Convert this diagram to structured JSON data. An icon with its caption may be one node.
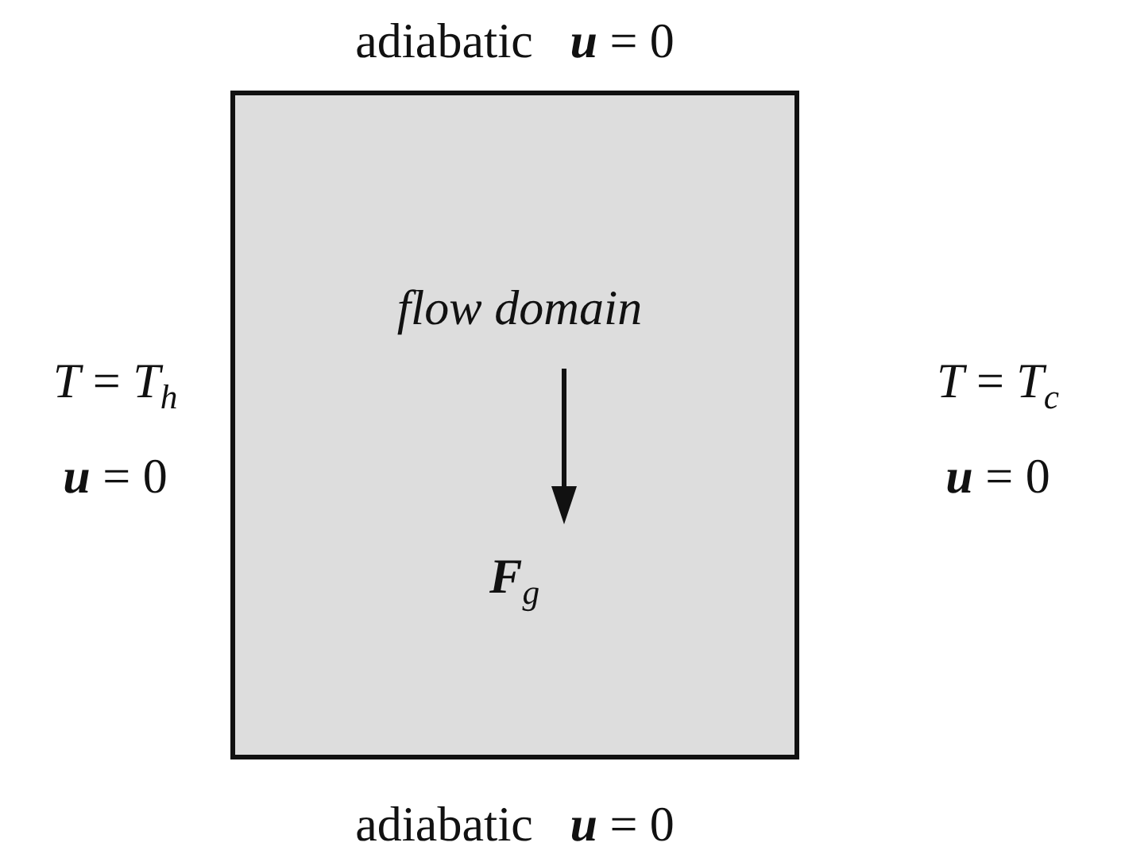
{
  "diagram": {
    "nodes": [
      {
        "text": [
          "flow domain",
          "**F**$_{g}$"
        ]
      }
    ],
    "labels": [
      "adiabatic   **u** = 0",
      "*T* = *T*$_{h}$",
      "**u** = 0",
      "*T* = *T*$_{c}$",
      "**u** = 0",
      "adiabatic   **u** = 0"
    ]
  }
}
